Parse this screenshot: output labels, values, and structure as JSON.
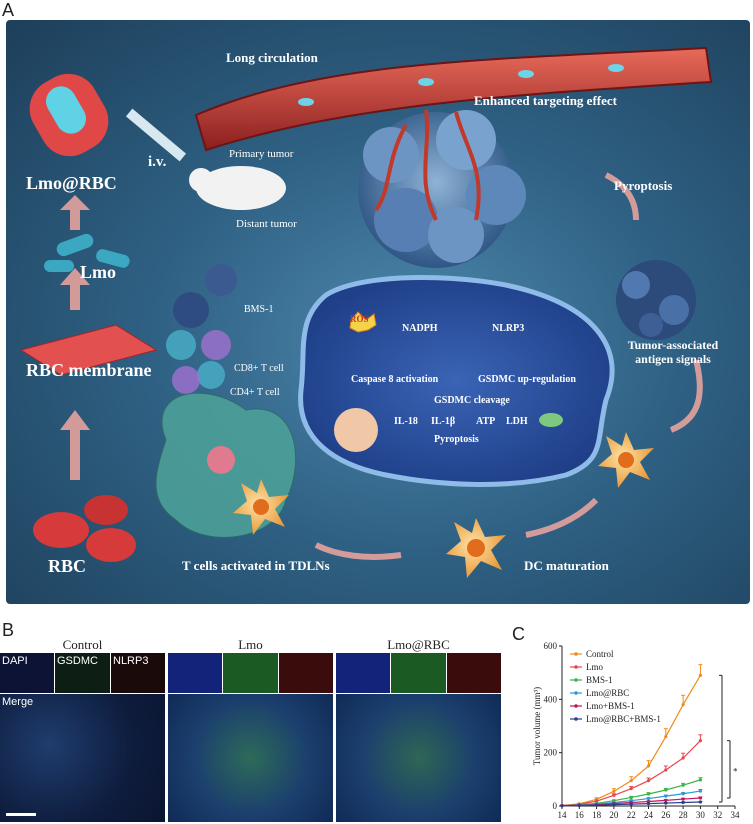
{
  "panelA": {
    "letter": "A",
    "labels": {
      "long_circulation": "Long circulation",
      "enhanced_targeting": "Enhanced targeting effect",
      "lmo_rbc": "Lmo@RBC",
      "iv": "i.v.",
      "primary_tumor": "Primary tumor",
      "distant_tumor": "Distant tumor",
      "lmo": "Lmo",
      "rbc_membrane": "RBC membrane",
      "rbc": "RBC",
      "bms1": "BMS-1",
      "cd8": "CD8+ T cell",
      "cd4": "CD4+ T cell",
      "pyroptosis_top": "Pyroptosis",
      "tumor_antigen": "Tumor-associated antigen signals",
      "ros": "ROS",
      "nadph": "NADPH",
      "nlrp3": "NLRP3",
      "caspase8": "Caspase 8 activation",
      "gsdmc_up": "GSDMC up-regulation",
      "gsdmc_cleavage": "GSDMC cleavage",
      "il18": "IL-18",
      "il1b": "IL-1β",
      "atp": "ATP",
      "ldh": "LDH",
      "pyroptosis_inner": "Pyroptosis",
      "tcells_activated": "T cells activated in TDLNs",
      "dc_maturation": "DC maturation"
    }
  },
  "panelB": {
    "letter": "B",
    "groups": [
      "Control",
      "Lmo",
      "Lmo@RBC"
    ],
    "channels": [
      "DAPI",
      "GSDMC",
      "NLRP3"
    ],
    "merge_label": "Merge"
  },
  "panelC": {
    "letter": "C"
  },
  "chart_data": {
    "type": "line",
    "title": "",
    "xlabel": "",
    "ylabel": "Tumor volume (mm³)",
    "xlim": [
      14,
      34
    ],
    "ylim": [
      0,
      600
    ],
    "x_ticks": [
      14,
      16,
      18,
      20,
      22,
      24,
      26,
      28,
      30,
      32,
      34
    ],
    "y_ticks": [
      0,
      200,
      400,
      600
    ],
    "x": [
      14,
      16,
      18,
      20,
      22,
      24,
      26,
      28,
      30
    ],
    "legend_position": "top-left",
    "significance_mark": "*",
    "series": [
      {
        "name": "Control",
        "color": "#f08a1c",
        "values": [
          2,
          8,
          25,
          55,
          95,
          150,
          260,
          380,
          490
        ],
        "errors": [
          1,
          3,
          6,
          10,
          15,
          20,
          30,
          35,
          40
        ]
      },
      {
        "name": "Lmo",
        "color": "#e8464f",
        "values": [
          2,
          6,
          18,
          40,
          65,
          95,
          135,
          180,
          245
        ],
        "errors": [
          1,
          2,
          4,
          6,
          8,
          10,
          15,
          18,
          22
        ]
      },
      {
        "name": "BMS-1",
        "color": "#3cb34a",
        "values": [
          1,
          4,
          10,
          20,
          32,
          45,
          60,
          78,
          98
        ],
        "errors": [
          1,
          1,
          2,
          3,
          4,
          5,
          6,
          7,
          8
        ]
      },
      {
        "name": "Lmo@RBC",
        "color": "#2b9bd6",
        "values": [
          1,
          3,
          7,
          13,
          20,
          28,
          37,
          46,
          56
        ],
        "errors": [
          1,
          1,
          1,
          2,
          3,
          3,
          4,
          5,
          6
        ]
      },
      {
        "name": "Lmo+BMS-1",
        "color": "#c2185b",
        "values": [
          1,
          2,
          5,
          9,
          13,
          17,
          21,
          26,
          30
        ],
        "errors": [
          1,
          1,
          1,
          1,
          2,
          2,
          3,
          3,
          4
        ]
      },
      {
        "name": "Lmo@RBC+BMS-1",
        "color": "#2a3f8f",
        "values": [
          1,
          2,
          3,
          5,
          7,
          9,
          11,
          13,
          15
        ],
        "errors": [
          1,
          1,
          1,
          1,
          1,
          1,
          2,
          2,
          2
        ]
      }
    ]
  }
}
